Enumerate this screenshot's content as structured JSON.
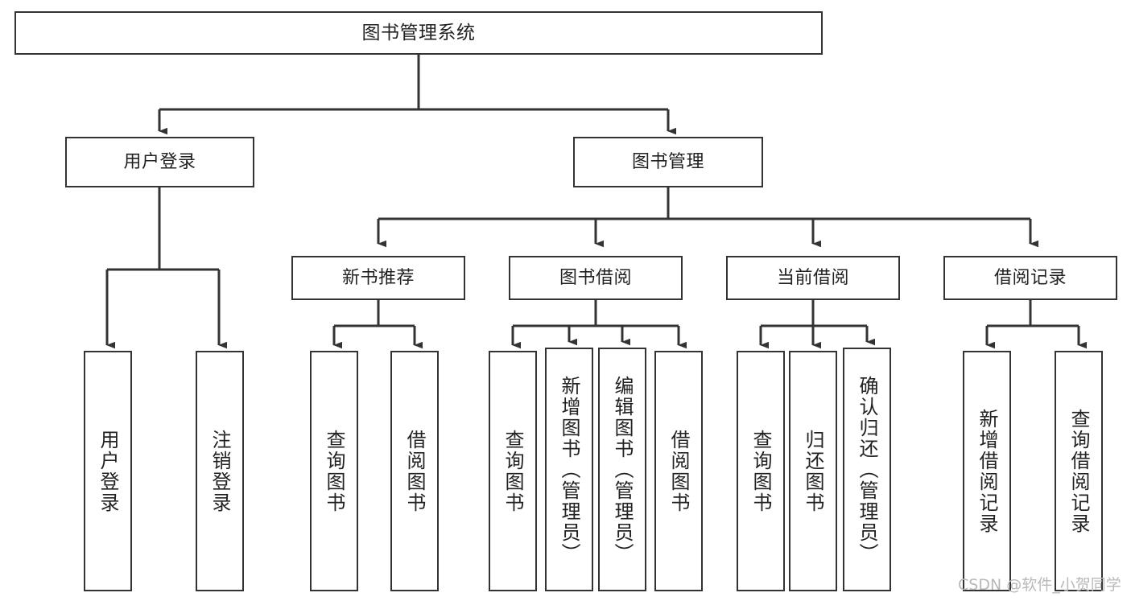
{
  "diagram": {
    "title": "图书管理系统",
    "type": "tree-hierarchy-chart",
    "line_color": "#333333",
    "box_border_color": "#333333",
    "box_fill_color": "#ffffff",
    "background_color": "#ffffff",
    "text_color": "#222222",
    "root": {
      "label": "图书管理系统"
    },
    "level2": [
      {
        "label": "用户登录"
      },
      {
        "label": "图书管理"
      }
    ],
    "level3": [
      {
        "label": "新书推荐"
      },
      {
        "label": "图书借阅"
      },
      {
        "label": "当前借阅"
      },
      {
        "label": "借阅记录"
      }
    ],
    "leaves": {
      "user_login": [
        {
          "label": "用户登录"
        },
        {
          "label": "注销登录"
        }
      ],
      "new_book_recommend": [
        {
          "label": "查询图书"
        },
        {
          "label": "借阅图书"
        }
      ],
      "book_borrow": [
        {
          "label": "查询图书"
        },
        {
          "label": "新增图书（管理员）"
        },
        {
          "label": "编辑图书（管理员）"
        },
        {
          "label": "借阅图书"
        }
      ],
      "current_borrow": [
        {
          "label": "查询图书"
        },
        {
          "label": "归还图书"
        },
        {
          "label": "确认归还（管理员）"
        }
      ],
      "borrow_record": [
        {
          "label": "新增借阅记录"
        },
        {
          "label": "查询借阅记录"
        }
      ]
    }
  },
  "watermark": {
    "text": "CSDN @软件_小贺同学"
  }
}
